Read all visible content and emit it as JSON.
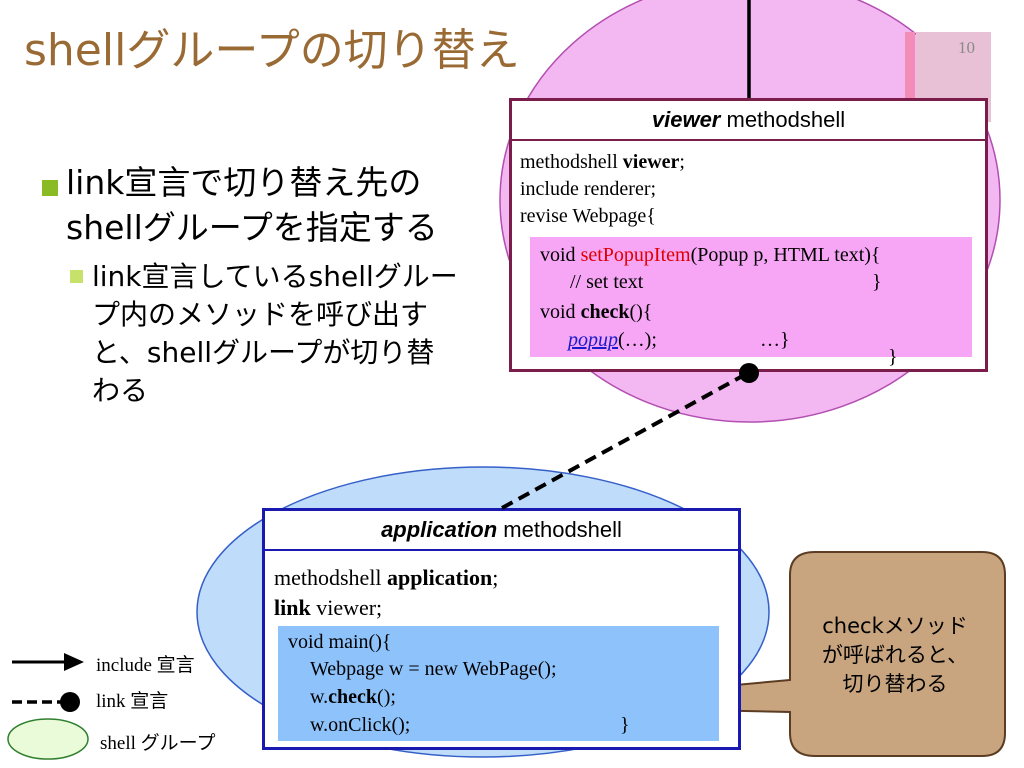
{
  "slide": {
    "title": "shellグループの切り替え",
    "page_number": "10"
  },
  "bullets": {
    "main": "link宣言で切り替え先のshellグループを指定する",
    "sub": "link宣言しているshellグループ内のメソッドを呼び出すと、shellグループが切り替わる"
  },
  "viewer": {
    "header_name": "viewer",
    "header_suffix": " methodshell",
    "decl_prefix": "methodshell ",
    "decl_name": "viewer",
    "decl_end": ";",
    "include_line": "include renderer;",
    "revise_line": "revise Webpage{",
    "hidden_brace": "}",
    "set_prefix": "void ",
    "set_name": "setPopupItem",
    "set_suffix": "(Popup p, HTML text){",
    "set_comment": "// set text",
    "set_brace": "}",
    "check_prefix": "void ",
    "check_name": "check",
    "check_suffix": "(){",
    "popup_call": "popup",
    "popup_args": "(…);",
    "check_close": "…}"
  },
  "application": {
    "header_name": "application",
    "header_suffix": " methodshell",
    "decl_prefix": "methodshell ",
    "decl_name": "application",
    "decl_end": ";",
    "link_kw": "link",
    "link_rest": " viewer;",
    "main_line": "void main(){",
    "webpage_line": "Webpage w = new WebPage();",
    "check_prefix": "w.",
    "check_name": "check",
    "check_suffix": "();",
    "onclick_line": "w.onClick();",
    "close_brace": "}"
  },
  "callout": {
    "line1": "checkメソッド",
    "line2": "が呼ばれると、",
    "line3": "切り替わる"
  },
  "legend": {
    "include": "include 宣言",
    "link": "link 宣言",
    "shell": "shell グループ"
  },
  "colors": {
    "title": "#9a6a34",
    "viewer_ellipse": "#f3b8f2",
    "application_ellipse": "#bfdcfb",
    "callout": "#c8a47f",
    "method_name": "#e00000",
    "link_text": "#1a1acc"
  }
}
